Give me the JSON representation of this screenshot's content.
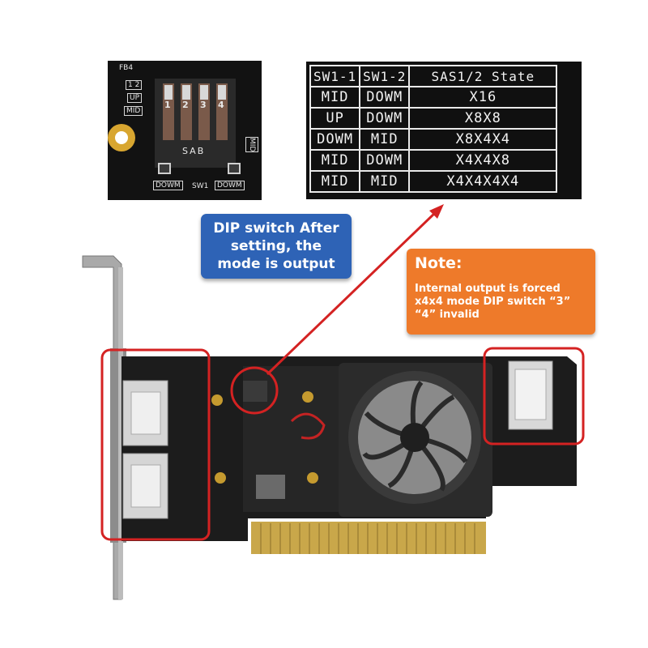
{
  "dip_closeup": {
    "label_fb": "FB4",
    "label_12": "1 2",
    "label_up": "UP",
    "label_mid": "MID",
    "switch_numbers": [
      "1",
      "2",
      "3",
      "4"
    ],
    "label_sab": "SAB",
    "label_down_left": "DOWM",
    "label_sw1": "SW1",
    "label_down_right": "DOWM",
    "label_side_mid": "MID"
  },
  "sw_table": {
    "headers": [
      "SW1-1",
      "SW1-2",
      "SAS1/2 State"
    ],
    "rows": [
      [
        "MID",
        "DOWM",
        "X16"
      ],
      [
        "UP",
        "DOWM",
        "X8X8"
      ],
      [
        "DOWM",
        "MID",
        "X8X4X4"
      ],
      [
        "MID",
        "DOWM",
        "X4X4X8"
      ],
      [
        "MID",
        "MID",
        "X4X4X4X4"
      ]
    ]
  },
  "callout_dip": {
    "line1": "DIP switch After",
    "line2": "setting, the",
    "line3": "mode is output"
  },
  "callout_note": {
    "title": "Note:",
    "body": "Internal output is forced x4x4 mode DIP switch “3” “4” invalid"
  },
  "colors": {
    "accent_red": "#d42222",
    "callout_blue": "#2e63b6",
    "callout_orange": "#ee7a2a",
    "pcb": "#1c1c1c",
    "gold_finger": "#c9a74a"
  }
}
